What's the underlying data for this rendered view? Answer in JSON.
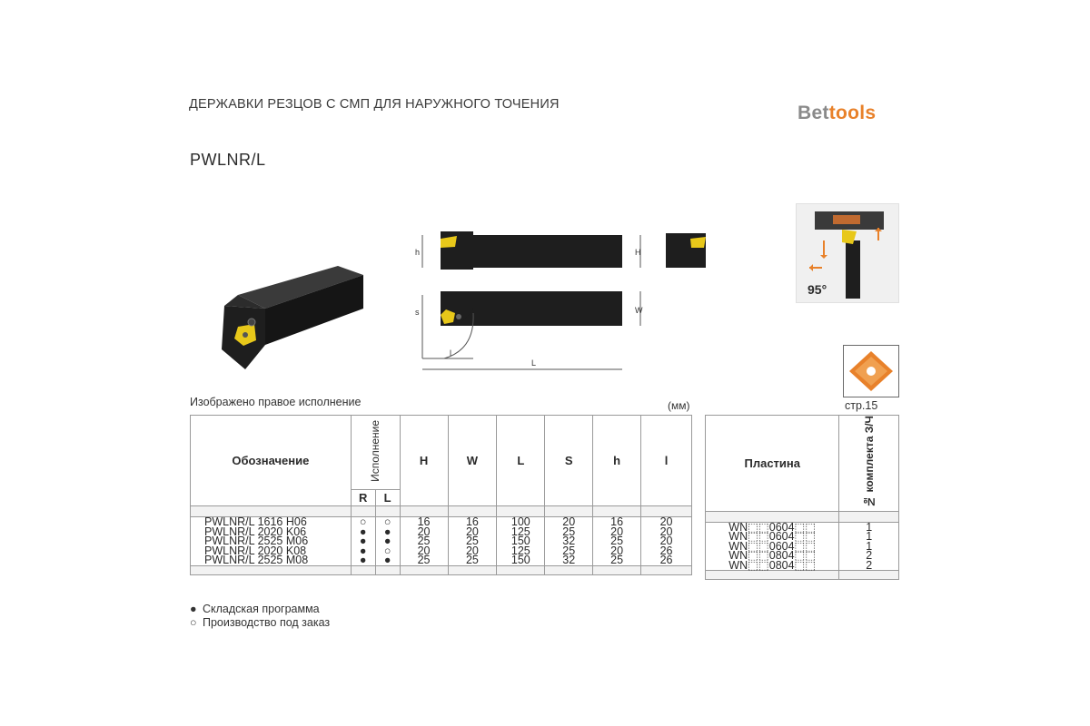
{
  "header": {
    "title": "ДЕРЖАВКИ РЕЗЦОВ С СМП ДЛЯ НАРУЖНОГО ТОЧЕНИЯ",
    "logo_part1": "Bet",
    "logo_part2": "tools",
    "code": "PWLNR/L"
  },
  "drawing": {
    "label_h": "h",
    "label_H": "H",
    "label_s": "s",
    "label_W": "W",
    "label_L": "L",
    "label_l": "l",
    "angle": "95°"
  },
  "insert_ref": {
    "page": "стр.15"
  },
  "caption": "Изображено правое исполнение",
  "unit": "(мм)",
  "table": {
    "col_designation": "Обозначение",
    "col_version": "Исполнение",
    "col_r": "R",
    "col_l": "L",
    "col_H": "H",
    "col_W": "W",
    "col_L": "L",
    "col_S": "S",
    "col_h": "h",
    "col_lsmall": "l",
    "col_insert": "Пластина",
    "col_kit": "№ комплекта З/Ч",
    "rows": [
      {
        "name": "PWLNR/L 1616 H06",
        "r": "○",
        "l": "○",
        "H": "16",
        "W": "16",
        "L": "100",
        "S": "20",
        "h": "16",
        "ls": "20",
        "insert": "WN⬚⬚0604⬚⬚",
        "kit": "1"
      },
      {
        "name": "PWLNR/L 2020 K06",
        "r": "●",
        "l": "●",
        "H": "20",
        "W": "20",
        "L": "125",
        "S": "25",
        "h": "20",
        "ls": "20",
        "insert": "WN⬚⬚0604⬚⬚",
        "kit": "1"
      },
      {
        "name": "PWLNR/L 2525 M06",
        "r": "●",
        "l": "●",
        "H": "25",
        "W": "25",
        "L": "150",
        "S": "32",
        "h": "25",
        "ls": "20",
        "insert": "WN⬚⬚0604⬚⬚",
        "kit": "1"
      },
      {
        "name": "PWLNR/L 2020 K08",
        "r": "●",
        "l": "○",
        "H": "20",
        "W": "20",
        "L": "125",
        "S": "25",
        "h": "20",
        "ls": "26",
        "insert": "WN⬚⬚0804⬚⬚",
        "kit": "2"
      },
      {
        "name": "PWLNR/L 2525 M08",
        "r": "●",
        "l": "●",
        "H": "25",
        "W": "25",
        "L": "150",
        "S": "32",
        "h": "25",
        "ls": "26",
        "insert": "WN⬚⬚0804⬚⬚",
        "kit": "2"
      }
    ]
  },
  "legend": {
    "stock_symbol": "●",
    "stock": "Складская программа",
    "order_symbol": "○",
    "order": "Производство под заказ"
  },
  "colors": {
    "accent": "#e8812a",
    "insert_yellow": "#e8c81a",
    "body_dark": "#1e1e1e"
  }
}
